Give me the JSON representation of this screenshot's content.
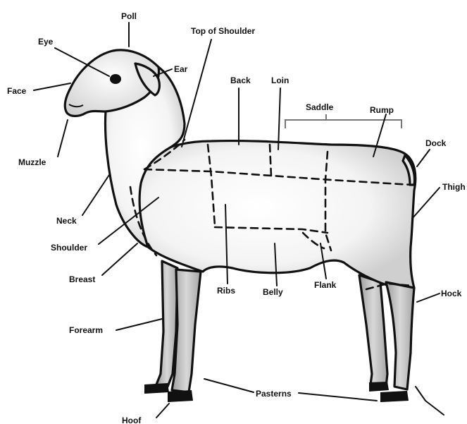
{
  "labels": {
    "poll": "Poll",
    "eye": "Eye",
    "ear": "Ear",
    "face": "Face",
    "muzzle": "Muzzle",
    "top_of_shoulder": "Top of Shoulder",
    "back": "Back",
    "loin": "Loin",
    "saddle": "Saddle",
    "rump": "Rump",
    "dock": "Dock",
    "thigh": "Thigh",
    "neck": "Neck",
    "shoulder": "Shoulder",
    "breast": "Breast",
    "ribs": "Ribs",
    "belly": "Belly",
    "flank": "Flank",
    "hock": "Hock",
    "forearm": "Forearm",
    "pasterns": "Pasterns",
    "hoof": "Hoof"
  },
  "colors": {
    "outline": "#111111",
    "body_fill": "#e9e9e9",
    "leg_fill": "#c4c4c4",
    "hoof": "#111111",
    "text": "#111111"
  }
}
